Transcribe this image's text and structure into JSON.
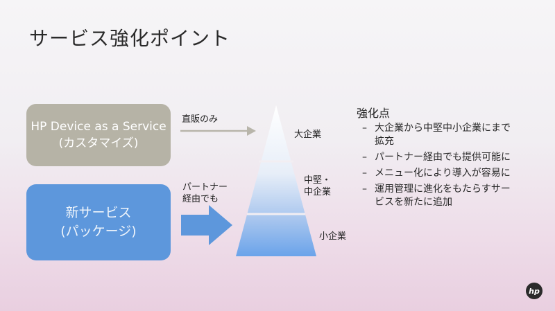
{
  "slide": {
    "title": "サービス強化ポイント",
    "current_box": {
      "line1": "HP Device as a Service",
      "line2": "(カスタマイズ)"
    },
    "new_box": {
      "line1": "新サービス",
      "line2": "(パッケージ)"
    },
    "arrow_top_label": "直販のみ",
    "arrow_bottom_label": [
      "パートナー",
      "経由でも"
    ],
    "pyramid": {
      "tiers": [
        {
          "label": [
            "大企業"
          ]
        },
        {
          "label": [
            "中堅・",
            "中企業"
          ]
        },
        {
          "label": [
            "小企業"
          ]
        }
      ]
    },
    "points_heading": "強化点",
    "points": [
      [
        "大企業から中堅中小企業にまで",
        "拡充"
      ],
      [
        "パートナー経由でも提供可能に"
      ],
      [
        "メニュー化により導入が容易に"
      ],
      [
        "運用管理に進化をもたらすサー",
        "ビスを新たに追加"
      ]
    ],
    "logo": "hp"
  },
  "colors": {
    "gray_box": "#b6b3a6",
    "blue_box": "#5d97dc",
    "arrow_gray": "#b8b5aa",
    "arrow_blue": "#5d97dc"
  }
}
